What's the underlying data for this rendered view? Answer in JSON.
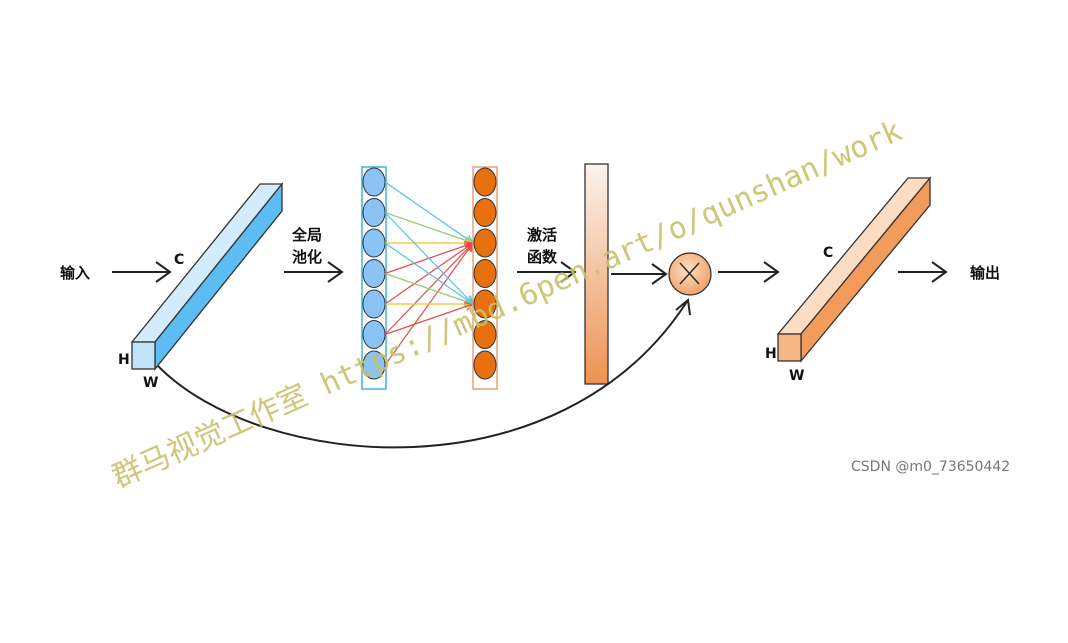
{
  "labels": {
    "input": "输入",
    "global_pool_line1": "全局",
    "global_pool_line2": "池化",
    "activation_line1": "激活",
    "activation_line2": "函数",
    "output": "输出",
    "multiply_symbol": "×"
  },
  "input_block": {
    "h": "H",
    "w": "W",
    "c": "C"
  },
  "output_block": {
    "h": "H",
    "w": "W",
    "c": "C"
  },
  "colors": {
    "input_block": "#7fc9f5",
    "pool_nodes": "#8cc3f5",
    "pool_border": "#3fb6dc",
    "fc_nodes": "#e8700e",
    "fc_border": "#e8a07a",
    "output_block": "#f4a76a"
  },
  "pool_node_count": 7,
  "fc_node_count": 7,
  "watermark": "群马视觉工作室 https://mbd.6pen.art/o/qunshan/work",
  "credit": "CSDN @m0_73650442"
}
